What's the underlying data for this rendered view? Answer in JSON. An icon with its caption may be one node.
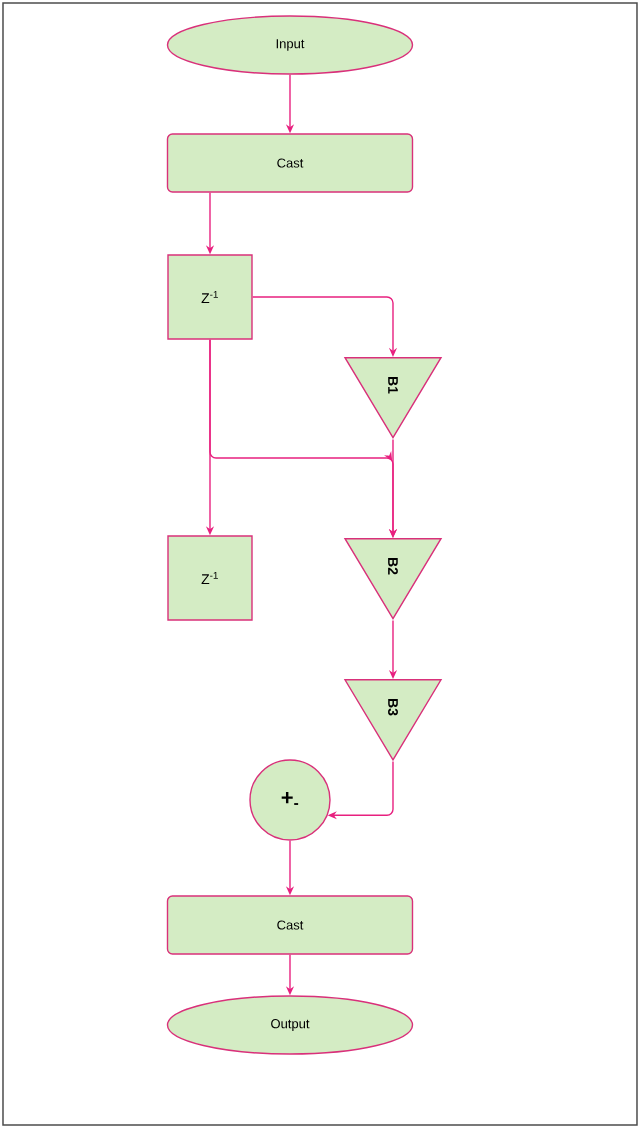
{
  "diagram": {
    "nodes": [
      {
        "text": [
          "Input"
        ]
      },
      {
        "text": [
          "Cast"
        ]
      },
      {
        "text": [
          "Z$^{-1}$"
        ]
      },
      {
        "text": [
          "B1"
        ]
      },
      {
        "text": [
          "Z$^{-1}$"
        ]
      },
      {
        "text": [
          "B2"
        ]
      },
      {
        "text": [
          "B3"
        ]
      },
      {
        "text": [
          "+$_{-}$"
        ]
      },
      {
        "text": [
          "Cast"
        ]
      },
      {
        "text": [
          "Output"
        ]
      }
    ],
    "edges": [
      {
        "from": 0,
        "to": 1,
        "arrow": "to"
      },
      {
        "from": 1,
        "to": 2,
        "arrow": "to"
      },
      {
        "from": 2,
        "to": 3,
        "arrow": "to"
      },
      {
        "from": 2,
        "to": 4,
        "arrow": "to"
      },
      {
        "from": 2,
        "to": 5,
        "arrow": "to"
      },
      {
        "from": 3,
        "to": 5,
        "arrow": "to"
      },
      {
        "from": 5,
        "to": 6,
        "arrow": "to"
      },
      {
        "from": 6,
        "to": 7,
        "arrow": "to"
      },
      {
        "from": 7,
        "to": 8,
        "arrow": "to"
      },
      {
        "from": 8,
        "to": 9,
        "arrow": "to"
      }
    ]
  }
}
